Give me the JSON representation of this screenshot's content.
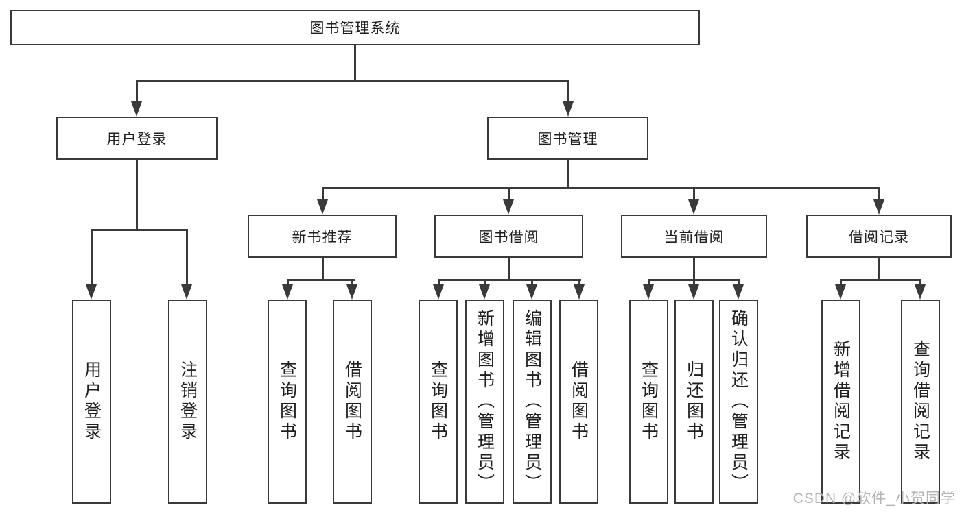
{
  "tree": {
    "root": {
      "label": "图书管理系统"
    },
    "children": [
      {
        "label": "用户登录",
        "leaves": [
          {
            "label": "用户登录"
          },
          {
            "label": "注销登录"
          }
        ]
      },
      {
        "label": "图书管理",
        "modules": [
          {
            "label": "新书推荐",
            "leaves": [
              {
                "label": "查询图书"
              },
              {
                "label": "借阅图书"
              }
            ]
          },
          {
            "label": "图书借阅",
            "leaves": [
              {
                "label": "查询图书"
              },
              {
                "label": "新增图书（管理员）"
              },
              {
                "label": "编辑图书（管理员）"
              },
              {
                "label": "借阅图书"
              }
            ]
          },
          {
            "label": "当前借阅",
            "leaves": [
              {
                "label": "查询图书"
              },
              {
                "label": "归还图书"
              },
              {
                "label": "确认归还（管理员）"
              }
            ]
          },
          {
            "label": "借阅记录",
            "leaves": [
              {
                "label": "新增借阅记录"
              },
              {
                "label": "查询借阅记录"
              }
            ]
          }
        ]
      }
    ]
  },
  "watermark": {
    "text": "CSDN @软件_小贺同学"
  },
  "colors": {
    "line": "#3a3a3a",
    "box_border": "#3a3a3a",
    "text": "#1f1f1f",
    "watermark": "#b9b2b2",
    "background": "#ffffff"
  }
}
